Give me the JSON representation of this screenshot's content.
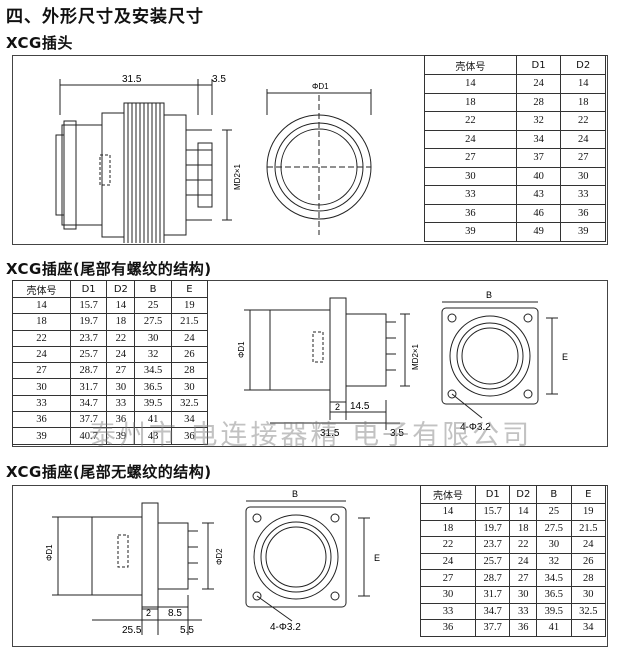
{
  "page": {
    "main_title": "四、外形尺寸及安装尺寸",
    "watermark": "泰州市   电连接器精   电子有限公司"
  },
  "section1": {
    "title": "XCG插头",
    "dims": {
      "length": "31.5",
      "offset": "3.5",
      "md2": "MD2×1",
      "d1": "ΦD1"
    },
    "table": {
      "headers": [
        "壳体号",
        "D1",
        "D2"
      ],
      "rows": [
        [
          "14",
          "24",
          "14"
        ],
        [
          "18",
          "28",
          "18"
        ],
        [
          "22",
          "32",
          "22"
        ],
        [
          "24",
          "34",
          "24"
        ],
        [
          "27",
          "37",
          "27"
        ],
        [
          "30",
          "40",
          "30"
        ],
        [
          "33",
          "43",
          "33"
        ],
        [
          "36",
          "46",
          "36"
        ],
        [
          "39",
          "49",
          "39"
        ]
      ]
    }
  },
  "section2": {
    "title": "XCG插座(尾部有螺纹的结构)",
    "dims": {
      "d1": "ΦD1",
      "md2": "MD2×1",
      "b": "B",
      "e": "E",
      "len1": "14.5",
      "len2": "31.5",
      "len3": "3.5",
      "holes": "4-Φ3.2",
      "gap": "2"
    },
    "table": {
      "headers": [
        "壳体号",
        "D1",
        "D2",
        "B",
        "E"
      ],
      "rows": [
        [
          "14",
          "15.7",
          "14",
          "25",
          "19"
        ],
        [
          "18",
          "19.7",
          "18",
          "27.5",
          "21.5"
        ],
        [
          "22",
          "23.7",
          "22",
          "30",
          "24"
        ],
        [
          "24",
          "25.7",
          "24",
          "32",
          "26"
        ],
        [
          "27",
          "28.7",
          "27",
          "34.5",
          "28"
        ],
        [
          "30",
          "31.7",
          "30",
          "36.5",
          "30"
        ],
        [
          "33",
          "34.7",
          "33",
          "39.5",
          "32.5"
        ],
        [
          "36",
          "37.7",
          "36",
          "41",
          "34"
        ],
        [
          "39",
          "40.7",
          "39",
          "43",
          "36"
        ]
      ]
    }
  },
  "section3": {
    "title": "XCG插座(尾部无螺纹的结构)",
    "dims": {
      "d1": "ΦD1",
      "d2": "ΦD2",
      "b": "B",
      "e": "E",
      "len1": "2",
      "len2": "8.5",
      "len3": "25.5",
      "len4": "5.5",
      "holes": "4-Φ3.2"
    },
    "table": {
      "headers": [
        "壳体号",
        "D1",
        "D2",
        "B",
        "E"
      ],
      "rows": [
        [
          "14",
          "15.7",
          "14",
          "25",
          "19"
        ],
        [
          "18",
          "19.7",
          "18",
          "27.5",
          "21.5"
        ],
        [
          "22",
          "23.7",
          "22",
          "30",
          "24"
        ],
        [
          "24",
          "25.7",
          "24",
          "32",
          "26"
        ],
        [
          "27",
          "28.7",
          "27",
          "34.5",
          "28"
        ],
        [
          "30",
          "31.7",
          "30",
          "36.5",
          "30"
        ],
        [
          "33",
          "34.7",
          "33",
          "39.5",
          "32.5"
        ],
        [
          "36",
          "37.7",
          "36",
          "41",
          "34"
        ]
      ]
    }
  }
}
